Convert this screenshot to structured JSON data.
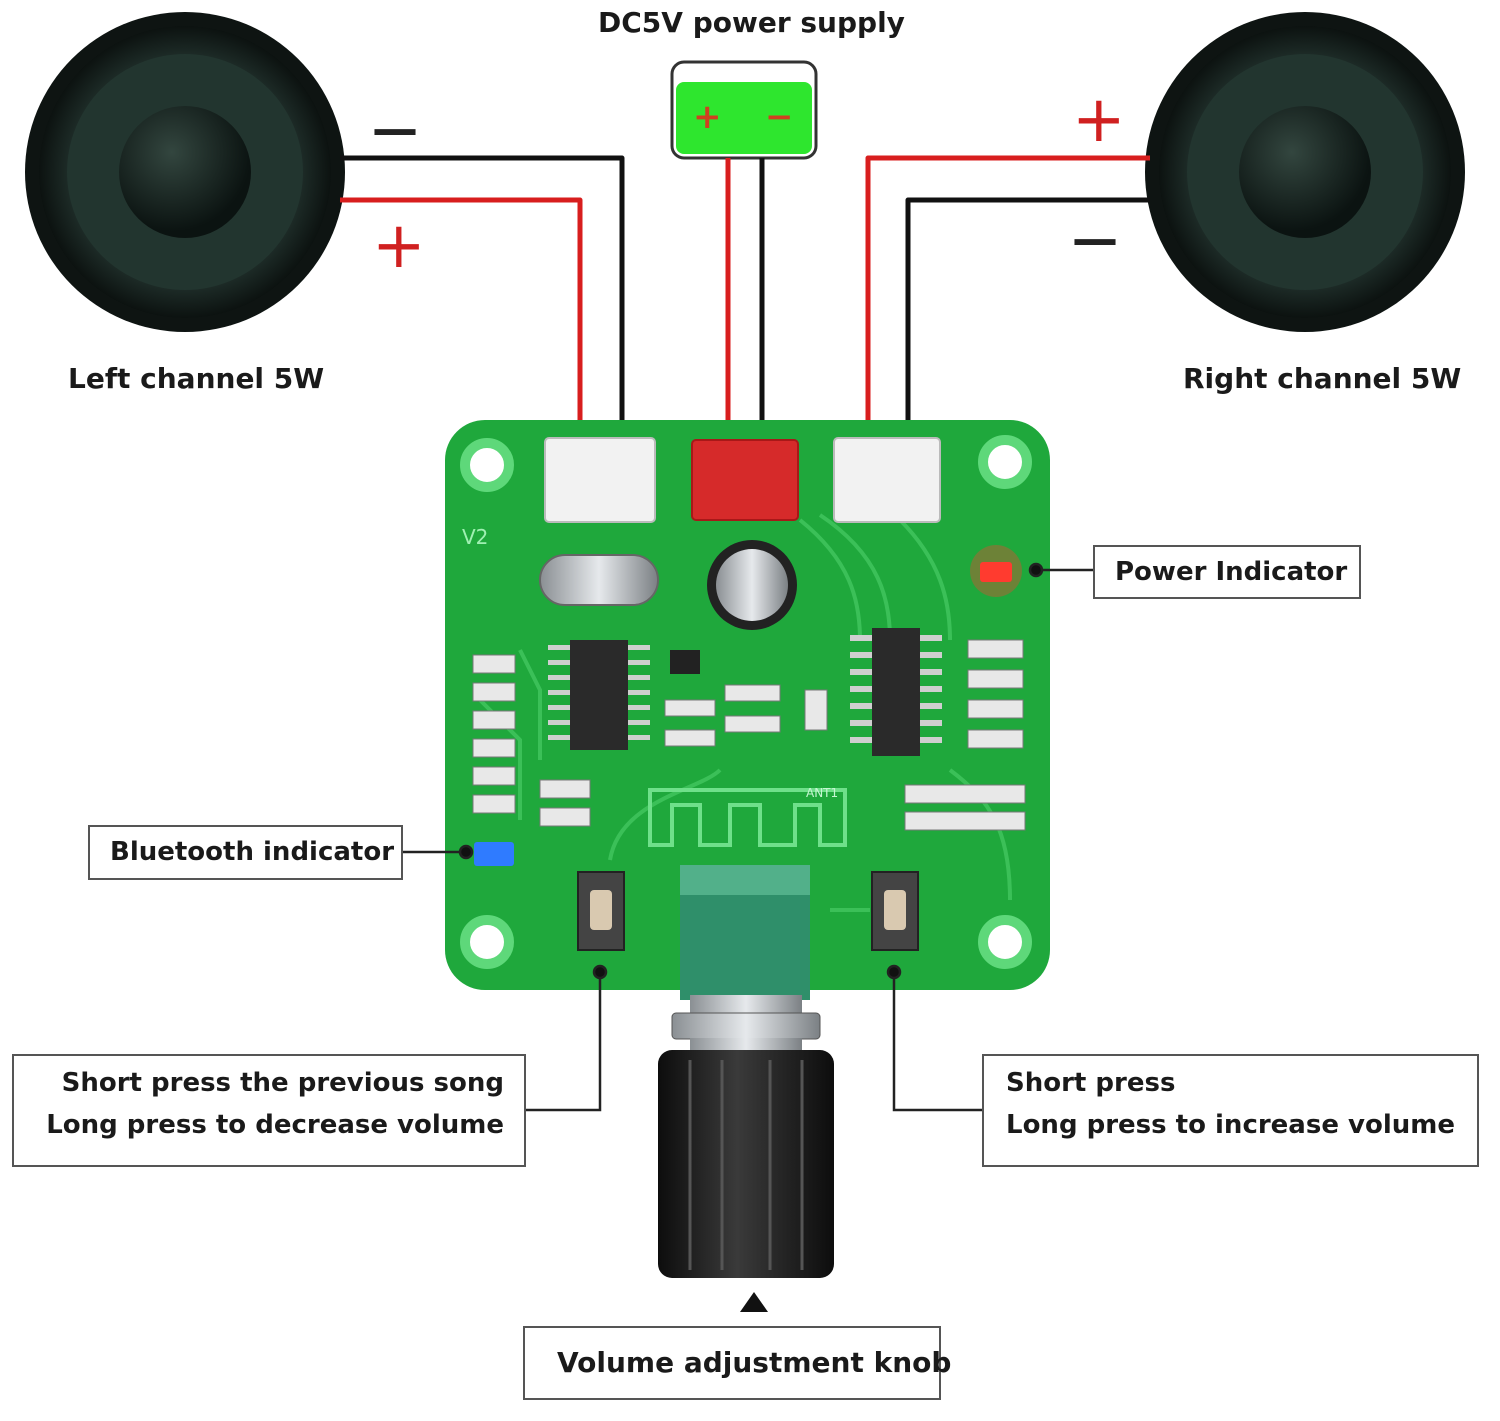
{
  "power_supply": {
    "label": "DC5V power supply",
    "plus": "+",
    "minus": "−"
  },
  "left_speaker": {
    "label": "Left channel 5W",
    "minus_sign": "—",
    "plus_sign": "+"
  },
  "right_speaker": {
    "label": "Right channel 5W",
    "minus_sign": "—",
    "plus_sign": "+"
  },
  "board": {
    "version": "V2",
    "antenna_label": "ANT1"
  },
  "callouts": {
    "power_indicator": "Power Indicator",
    "bluetooth_indicator": "Bluetooth indicator",
    "prev_button_line1": "Short press the previous song",
    "prev_button_line2": "Long press to decrease volume",
    "next_button_line1": "Short press",
    "next_button_line2": "Long press to increase volume",
    "volume_knob": "Volume adjustment knob"
  },
  "colors": {
    "pcb": "#1fa83c",
    "wire_red": "#d81e1e",
    "wire_black": "#111111",
    "battery": "#2ee62e",
    "power_led": "#ff3b2f",
    "bt_led": "#2f7bff"
  }
}
